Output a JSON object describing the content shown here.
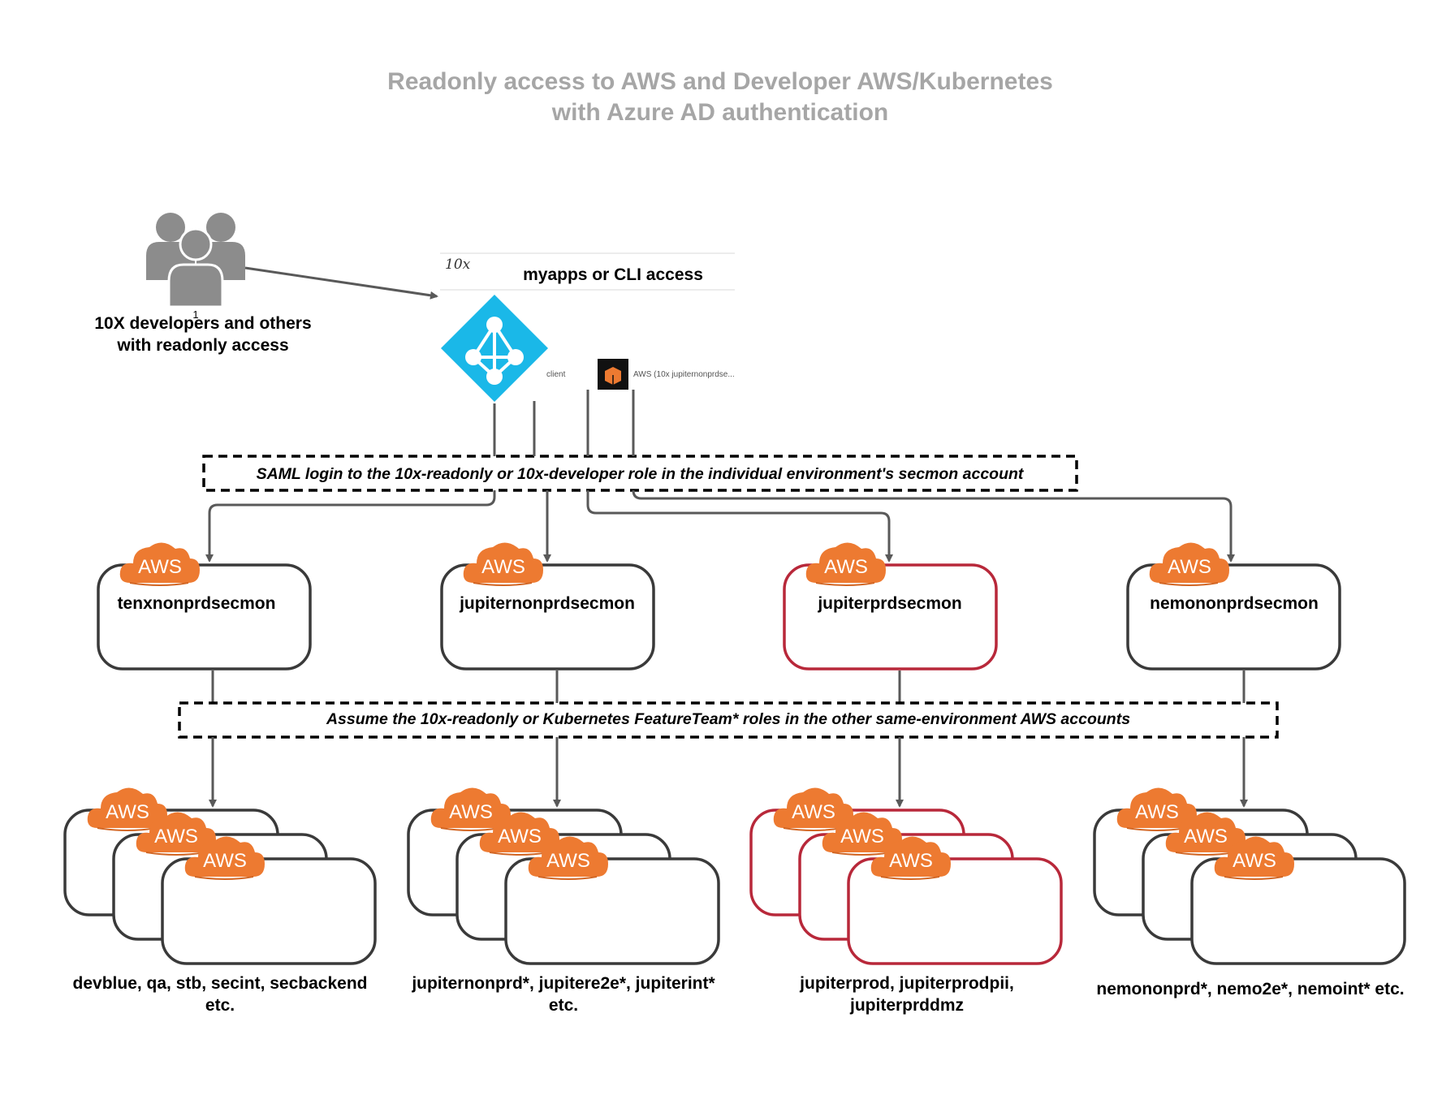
{
  "title": {
    "line1": "Readonly access to AWS and Developer AWS/Kubernetes",
    "line2": "with Azure AD authentication"
  },
  "users": {
    "icon": "users-group-icon",
    "badge": "1",
    "label_line1": "10X developers and others",
    "label_line2": "with readonly access"
  },
  "access": {
    "header": "myapps or CLI access",
    "tenant_handwriting": "10x",
    "azure_icon": "azure-ad-icon",
    "client_label": "client",
    "aws_app_icon": "aws-app-icon",
    "aws_app_label": "AWS (10x jupiternonprdse..."
  },
  "saml_box": "SAML login to the 10x-readonly or 10x-developer role in the individual environment's secmon account",
  "assume_box": "Assume the 10x-readonly or Kubernetes FeatureTeam* roles in the other same-environment AWS accounts",
  "aws_badge": "AWS",
  "colors": {
    "title": "#a6a6a6",
    "aws_orange": "#ed7a31",
    "box_dark": "#3a3a3a",
    "box_prod": "#b8283a",
    "azure_blue": "#1ab8e8",
    "connector": "#595959"
  },
  "secmon_accounts": [
    {
      "name": "tenxnonprdsecmon"
    },
    {
      "name": "jupiternonprdsecmon"
    },
    {
      "name": "jupiterprdsecmon"
    },
    {
      "name": "nemononprdsecmon"
    }
  ],
  "account_groups": [
    {
      "line1": "devblue, qa, stb, secint, secbackend",
      "line2": "etc."
    },
    {
      "line1": "jupiternonprd*, jupitere2e*, jupiterint*",
      "line2": "etc."
    },
    {
      "line1": "jupiterprod, jupiterprodpii,",
      "line2": "jupiterprddmz"
    },
    {
      "line1": "nemononprd*, nemo2e*, nemoint* etc.",
      "line2": ""
    }
  ]
}
